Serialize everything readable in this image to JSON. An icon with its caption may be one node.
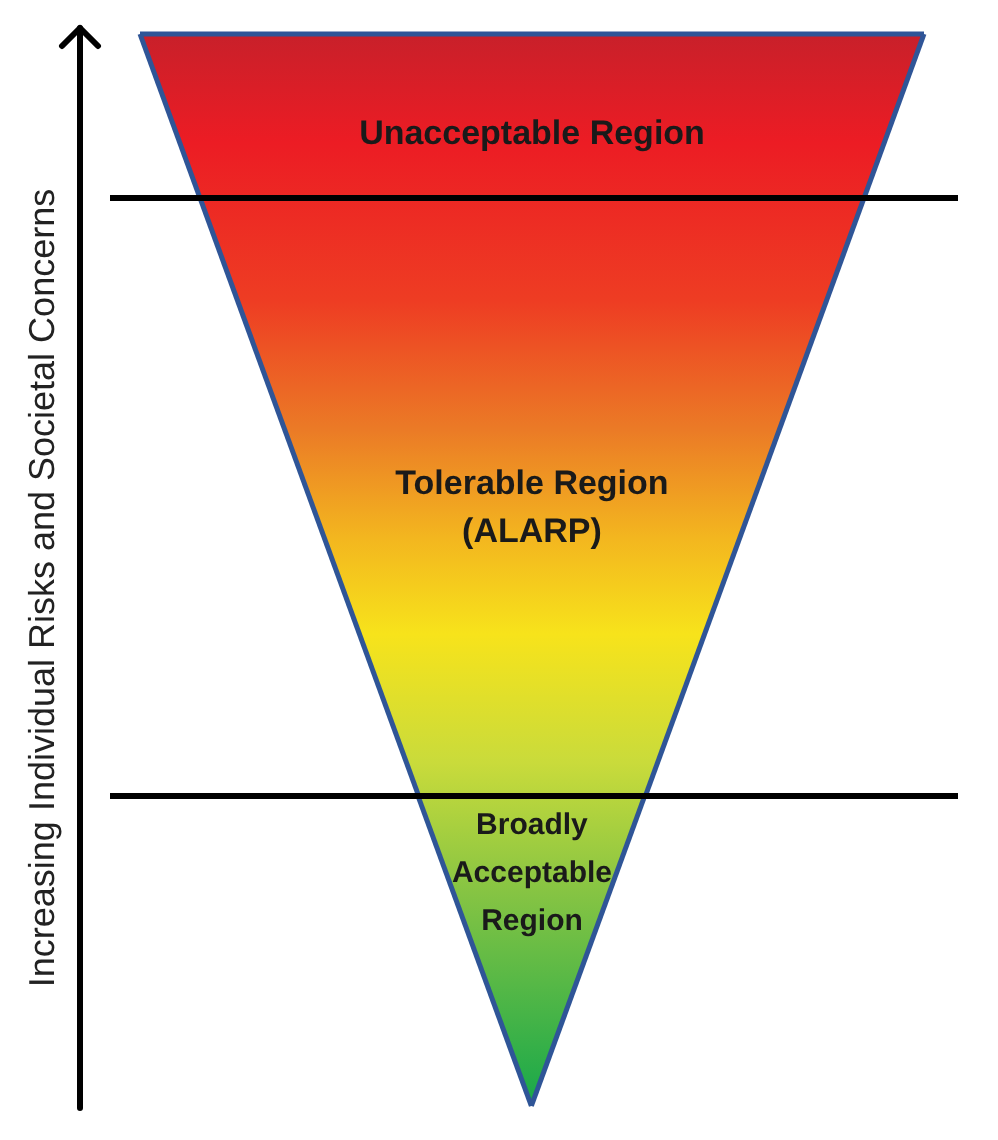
{
  "diagram": {
    "nodes": [
      {
        "text": [
          "Unacceptable Region"
        ]
      },
      {
        "text": [
          "Tolerable Region (ALARP)"
        ]
      },
      {
        "text": [
          "Broadly Acceptable Region"
        ]
      }
    ],
    "labels": [
      "Increasing Individual Risks and Societal Concerns"
    ]
  }
}
